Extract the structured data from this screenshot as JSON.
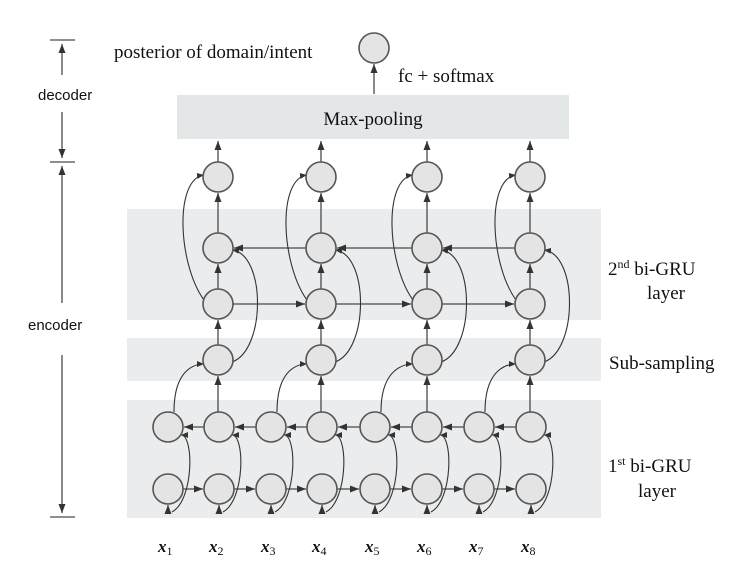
{
  "labels": {
    "posterior": "posterior of domain/intent",
    "fc_softmax": "fc + softmax",
    "max_pooling": "Max-pooling",
    "decoder": "decoder",
    "encoder": "encoder",
    "layer2_prefix": "2",
    "layer2_sup": "nd",
    "layer2_main": " bi-GRU",
    "layer2_sub": "layer",
    "subsampling": "Sub-sampling",
    "layer1_prefix": "1",
    "layer1_sup": "st",
    "layer1_main": " bi-GRU",
    "layer1_sub": "layer"
  },
  "inputs": [
    {
      "base": "x",
      "sub": "1"
    },
    {
      "base": "x",
      "sub": "2"
    },
    {
      "base": "x",
      "sub": "3"
    },
    {
      "base": "x",
      "sub": "4"
    },
    {
      "base": "x",
      "sub": "5"
    },
    {
      "base": "x",
      "sub": "6"
    },
    {
      "base": "x",
      "sub": "7"
    },
    {
      "base": "x",
      "sub": "8"
    }
  ],
  "colors": {
    "band": "#ebeced",
    "max_pooling_box": "#e3e7e8",
    "node_fill": "#e4e4e4",
    "node_stroke": "#555555",
    "arrow": "#4a4a4a"
  }
}
